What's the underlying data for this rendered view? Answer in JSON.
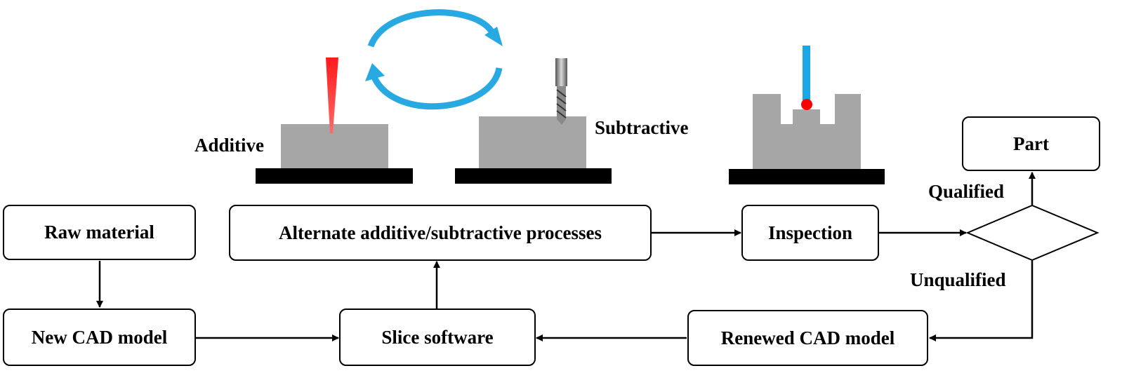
{
  "nodes": {
    "raw_material": "Raw material",
    "new_cad": "New CAD model",
    "slice_software": "Slice software",
    "alternate": "Alternate additive/subtractive processes",
    "inspection": "Inspection",
    "part": "Part",
    "renewed_cad": "Renewed CAD model"
  },
  "labels": {
    "additive": "Additive",
    "subtractive": "Subtractive",
    "qualified": "Qualified",
    "unqualified": "Unqualified"
  },
  "colors": {
    "laser": "#ff2a2a",
    "workpiece": "#a6a6a6",
    "base": "#000000",
    "cycle_arrow": "#29a9e1",
    "probe": "#1aa7e8",
    "probe_tip": "#ff0000"
  },
  "icons": [
    "laser-beam-icon",
    "milling-tool-icon",
    "cycle-arrows-icon",
    "inspection-probe-icon"
  ]
}
